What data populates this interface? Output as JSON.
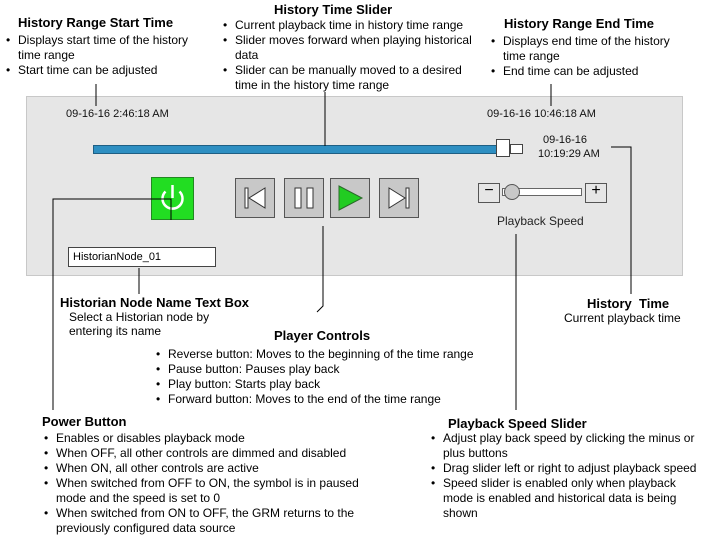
{
  "callouts": {
    "range_start": {
      "title": "History Range Start Time",
      "bullets": [
        "Displays start time of the history time range",
        "Start time can be adjusted"
      ]
    },
    "time_slider": {
      "title": "History Time Slider",
      "bullets": [
        "Current playback time in history time range",
        "Slider moves forward when playing historical data",
        "Slider can be manually moved to a desired time in the history time range"
      ]
    },
    "range_end": {
      "title": "History Range End Time",
      "bullets": [
        "Displays end time of the history time range",
        "End time can be adjusted"
      ]
    },
    "node_name": {
      "title": "Historian Node Name Text Box",
      "desc_lines": [
        "Select a Historian node by",
        "entering its name"
      ]
    },
    "history_time": {
      "title": "History  Time",
      "desc": "Current playback time"
    },
    "player_controls": {
      "title": "Player Controls",
      "bullets": [
        "Reverse button: Moves to the beginning of the time range",
        "Pause button: Pauses play back",
        "Play button: Starts play back",
        "Forward button: Moves to the end of the time range"
      ]
    },
    "power_button": {
      "title": "Power Button",
      "bullets": [
        "Enables or disables playback mode",
        "When OFF, all other controls are dimmed and disabled",
        "When ON, all other controls are active",
        "When switched from OFF to ON, the symbol is in paused mode and the speed is set to 0",
        "When switched from ON to OFF, the GRM returns to the previously configured data source"
      ]
    },
    "speed_slider": {
      "title": "Playback Speed Slider",
      "bullets": [
        "Adjust play back speed by clicking the minus or plus buttons",
        "Drag slider left or right to adjust playback speed",
        "Speed slider is enabled only when playback mode is enabled and historical data is being shown"
      ]
    }
  },
  "panel": {
    "start_time": "09-16-16 2:46:18 AM",
    "end_time": "09-16-16 10:46:18 AM",
    "current_date": "09-16-16",
    "current_clock": "10:19:29 AM",
    "speed_label": "Playback Speed",
    "speed_minus_label": "−",
    "speed_plus_label": "+",
    "historian_node_value": "HistorianNode_01",
    "playback_position": 0.99,
    "speed_level": 0.05
  },
  "colors": {
    "power_on": "#22dd22",
    "timeline": "#2e8fc2",
    "play_triangle": "#22cc22"
  },
  "icons": [
    "power-icon",
    "skip-back-icon",
    "pause-icon",
    "play-icon",
    "skip-forward-icon"
  ]
}
